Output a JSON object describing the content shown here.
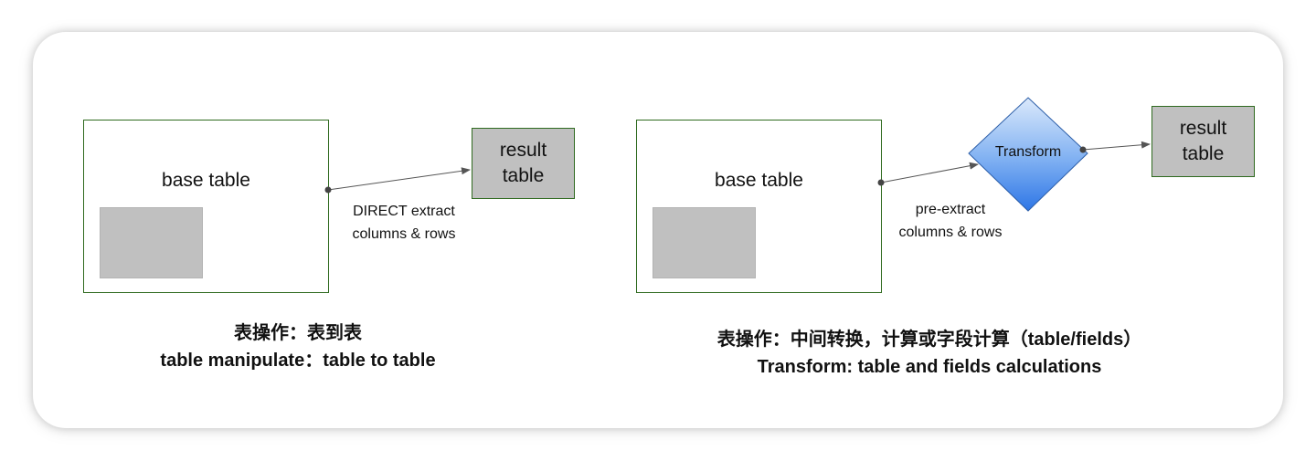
{
  "left_diagram": {
    "base_label": "base table",
    "result_line1": "result",
    "result_line2": "table",
    "edge_line1": "DIRECT extract",
    "edge_line2": "columns & rows",
    "caption_line1": "表操作：表到表",
    "caption_line2": "table manipulate：table to table"
  },
  "right_diagram": {
    "base_label": "base table",
    "transform_label": "Transform",
    "result_line1": "result",
    "result_line2": "table",
    "edge_line1": "pre-extract",
    "edge_line2": "columns & rows",
    "caption_line1": "表操作：中间转换，计算或字段计算（table/fields）",
    "caption_line2": "Transform: table and fields calculations"
  },
  "colors": {
    "box_border": "#2f6a1f",
    "result_fill": "#c0c0c0",
    "inner_fill": "#c0c0c0",
    "diamond_top": "#d6e6fb",
    "diamond_bottom": "#2f78e8",
    "arrow": "#555555"
  }
}
